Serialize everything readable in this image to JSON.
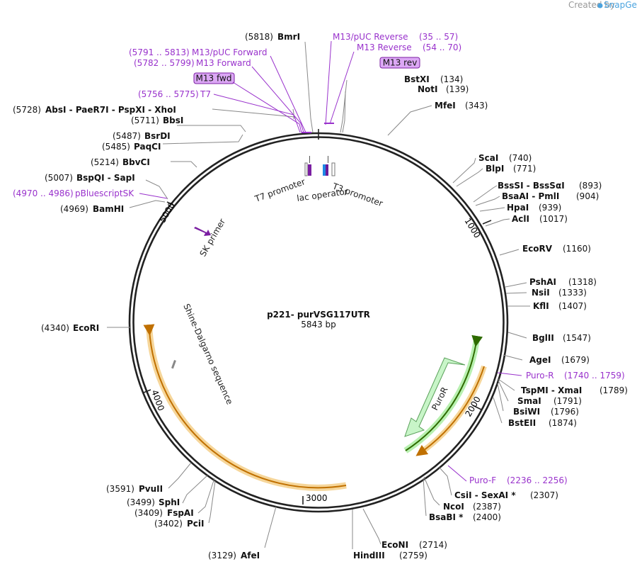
{
  "brand": "Created by",
  "brand_name": "SnapGene",
  "plasmid": {
    "name": "p221- purVSG117UTR",
    "length_label": "5843 bp"
  },
  "ticks": [
    "1000",
    "2000",
    "3000",
    "4000",
    "5000"
  ],
  "features": {
    "t7_promoter": "T7 promoter",
    "lac_operator": "lac operator",
    "t3_promoter": "T3 promoter",
    "sk_primer": "SK primer",
    "puror": "PuroR",
    "shine_dalgarno": "Shine-Dalgarno sequence"
  },
  "boxed_labels": {
    "m13_fwd": "M13 fwd",
    "m13_rev": "M13 rev"
  },
  "primer_labels": [
    {
      "name": "M13/pUC Reverse",
      "range": "(35 .. 57)"
    },
    {
      "name": "M13 Reverse",
      "range": "(54 .. 70)"
    },
    {
      "name": "M13/pUC Forward",
      "range": "(5791 .. 5813)"
    },
    {
      "name": "M13 Forward",
      "range": "(5782 .. 5799)"
    },
    {
      "name": "T7",
      "range": "(5756 .. 5775)"
    },
    {
      "name": "pBluescriptSK",
      "range": "(4970 .. 4986)"
    },
    {
      "name": "Puro-R",
      "range": "(1740 .. 1759)"
    },
    {
      "name": "Puro-F",
      "range": "(2236 .. 2256)"
    }
  ],
  "right_sites": [
    {
      "text": "BstXI",
      "pos": "(134)"
    },
    {
      "text": "NotI",
      "pos": "(139)"
    },
    {
      "text": "MfeI",
      "pos": "(343)"
    },
    {
      "text": "ScaI",
      "pos": "(740)"
    },
    {
      "text": "BlpI",
      "pos": "(771)"
    },
    {
      "text": "BssSI  -  BssSαI",
      "pos": "(893)"
    },
    {
      "text": "BsaAI  -  PmlI",
      "pos": "(904)"
    },
    {
      "text": "HpaI",
      "pos": "(939)"
    },
    {
      "text": "AclI",
      "pos": "(1017)"
    },
    {
      "text": "EcoRV",
      "pos": "(1160)"
    },
    {
      "text": "PshAI",
      "pos": "(1318)"
    },
    {
      "text": "NsiI",
      "pos": "(1333)"
    },
    {
      "text": "KflI",
      "pos": "(1407)"
    },
    {
      "text": "BglII",
      "pos": "(1547)"
    },
    {
      "text": "AgeI",
      "pos": "(1679)"
    },
    {
      "text": "TspMI  -  XmaI",
      "pos": "(1789)"
    },
    {
      "text": "SmaI",
      "pos": "(1791)"
    },
    {
      "text": "BsiWI",
      "pos": "(1796)"
    },
    {
      "text": "BstEII",
      "pos": "(1874)"
    },
    {
      "text": "CsiI  -  SexAI *",
      "pos": "(2307)"
    },
    {
      "text": "NcoI",
      "pos": "(2387)"
    },
    {
      "text": "BsaBI *",
      "pos": "(2400)"
    },
    {
      "text": "EcoNI",
      "pos": "(2714)"
    },
    {
      "text": "HindIII",
      "pos": "(2759)"
    }
  ],
  "left_sites": [
    {
      "text": "BmrI",
      "pos": "(5818)"
    },
    {
      "text": "AbsI  -  PaeR7I  -  PspXI  -  XhoI",
      "pos": "(5728)"
    },
    {
      "text": "BbsI",
      "pos": "(5711)"
    },
    {
      "text": "BsrDI",
      "pos": "(5487)"
    },
    {
      "text": "PaqCI",
      "pos": "(5485)"
    },
    {
      "text": "BbvCI",
      "pos": "(5214)"
    },
    {
      "text": "BspQI  -  SapI",
      "pos": "(5007)"
    },
    {
      "text": "BamHI",
      "pos": "(4969)"
    },
    {
      "text": "EcoRI",
      "pos": "(4340)"
    },
    {
      "text": "PvuII",
      "pos": "(3591)"
    },
    {
      "text": "SphI",
      "pos": "(3499)"
    },
    {
      "text": "FspAI",
      "pos": "(3409)"
    },
    {
      "text": "PciI",
      "pos": "(3402)"
    },
    {
      "text": "AfeI",
      "pos": "(3129)"
    }
  ]
}
